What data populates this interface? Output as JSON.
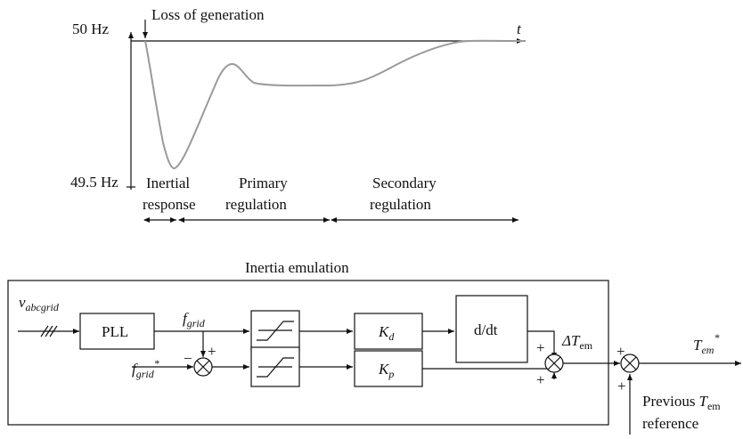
{
  "plot": {
    "freq_top": "50 Hz",
    "freq_bottom": "49.5 Hz",
    "event": "Loss of generation",
    "time_axis": "t",
    "phases": [
      {
        "line1": "Inertial",
        "line2": "response"
      },
      {
        "line1": "Primary",
        "line2": "regulation"
      },
      {
        "line1": "Secondary",
        "line2": "regulation"
      }
    ]
  },
  "diagram": {
    "title": "Inertia emulation",
    "input_v": "v",
    "input_v_sub": "abcgrid",
    "pll": "PLL",
    "fgrid": "f",
    "fgrid_sub": "grid",
    "fgrid_ref": "f",
    "fgrid_ref_sub": "grid",
    "fgrid_ref_sup": "*",
    "kd": "K",
    "kd_sub": "d",
    "kp": "K",
    "kp_sub": "p",
    "deriv": "d/dt",
    "delta_t": "ΔT",
    "delta_t_sub": "em",
    "out_t": "T",
    "out_t_sub": "em",
    "out_t_sup": "*",
    "prev_line1": "Previous",
    "prev_t": "T",
    "prev_t_sub": "em",
    "prev_line2": "reference",
    "plus": "+",
    "minus": "−"
  }
}
